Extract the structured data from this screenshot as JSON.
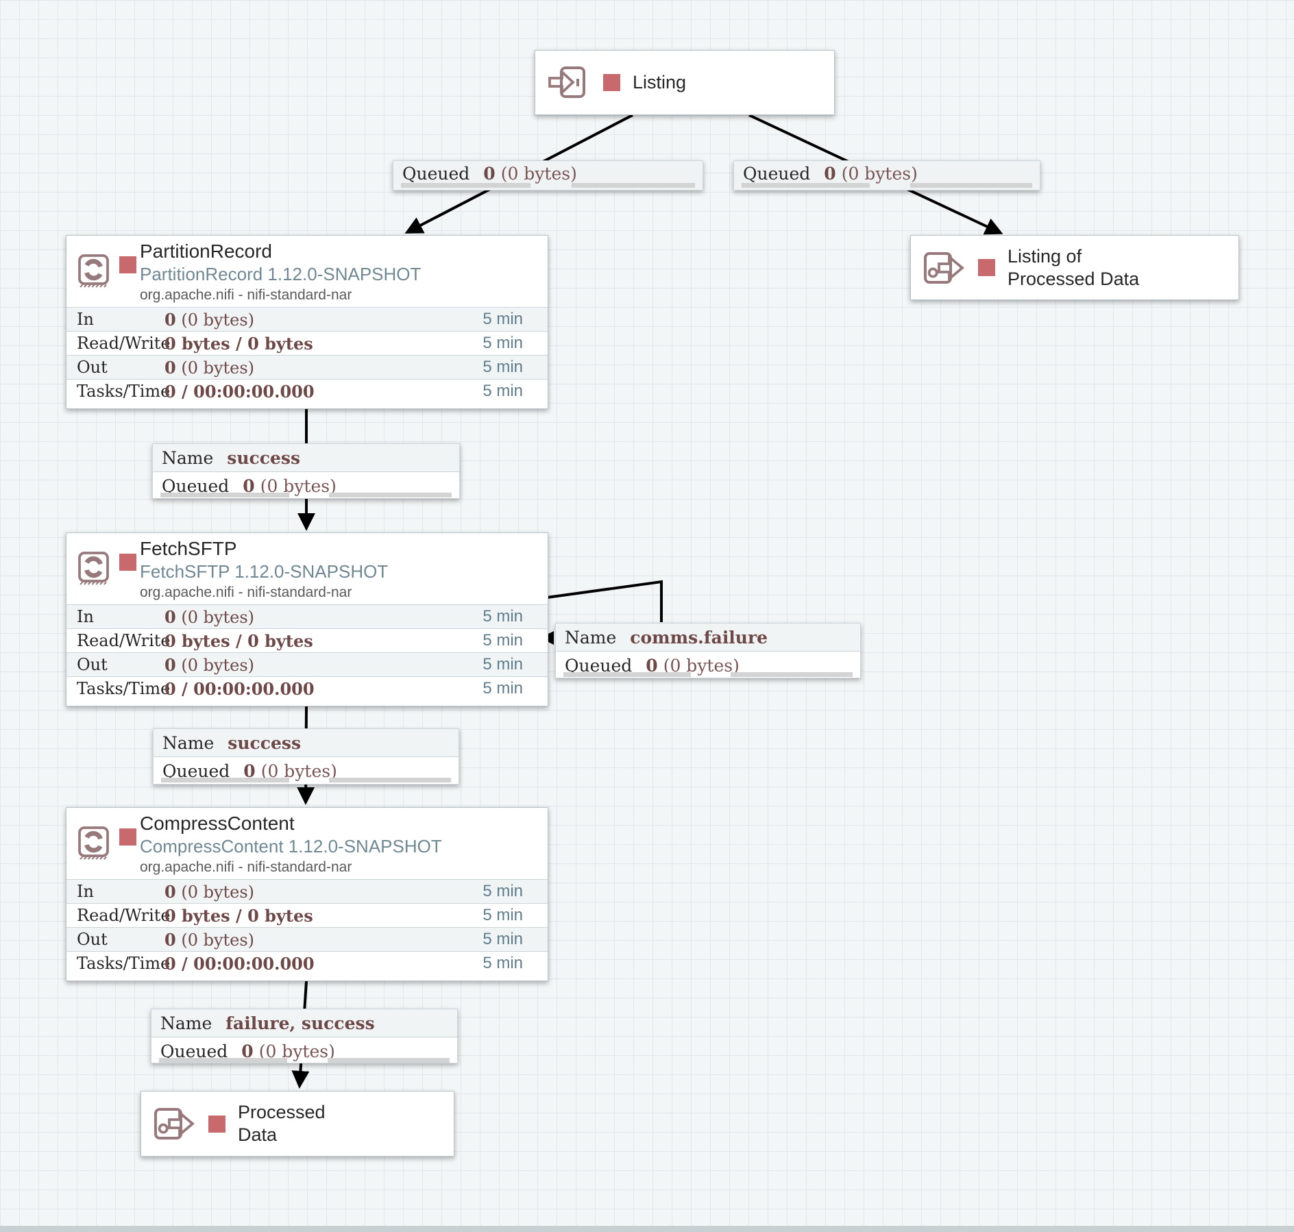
{
  "colors": {
    "stopped_red": "#c7696d",
    "icon_mauve": "#98797b",
    "stat_maroon": "#6d4847",
    "version_slate": "#6f8894",
    "window_slate": "#5e7d8c",
    "line_black": "#000000"
  },
  "ports": {
    "listing": {
      "title": "Listing"
    },
    "listing_of_processed_data": {
      "title": "Listing of\nProcessed Data"
    },
    "processed_data": {
      "title": "Processed\nData"
    }
  },
  "processors": [
    {
      "title": "PartitionRecord",
      "version": "PartitionRecord 1.12.0-SNAPSHOT",
      "bundle": "org.apache.nifi - nifi-standard-nar",
      "stats": [
        {
          "label": "In",
          "bold": "0",
          "rest": " (0 bytes)",
          "window": "5 min"
        },
        {
          "label": "Read/Write",
          "bold": "0 bytes / 0 bytes",
          "rest": "",
          "window": "5 min"
        },
        {
          "label": "Out",
          "bold": "0",
          "rest": " (0 bytes)",
          "window": "5 min"
        },
        {
          "label": "Tasks/Time",
          "bold": "0 / 00:00:00.000",
          "rest": "",
          "window": "5 min"
        }
      ]
    },
    {
      "title": "FetchSFTP",
      "version": "FetchSFTP 1.12.0-SNAPSHOT",
      "bundle": "org.apache.nifi - nifi-standard-nar",
      "stats": [
        {
          "label": "In",
          "bold": "0",
          "rest": " (0 bytes)",
          "window": "5 min"
        },
        {
          "label": "Read/Write",
          "bold": "0 bytes / 0 bytes",
          "rest": "",
          "window": "5 min"
        },
        {
          "label": "Out",
          "bold": "0",
          "rest": " (0 bytes)",
          "window": "5 min"
        },
        {
          "label": "Tasks/Time",
          "bold": "0 / 00:00:00.000",
          "rest": "",
          "window": "5 min"
        }
      ]
    },
    {
      "title": "CompressContent",
      "version": "CompressContent 1.12.0-SNAPSHOT",
      "bundle": "org.apache.nifi - nifi-standard-nar",
      "stats": [
        {
          "label": "In",
          "bold": "0",
          "rest": " (0 bytes)",
          "window": "5 min"
        },
        {
          "label": "Read/Write",
          "bold": "0 bytes / 0 bytes",
          "rest": "",
          "window": "5 min"
        },
        {
          "label": "Out",
          "bold": "0",
          "rest": " (0 bytes)",
          "window": "5 min"
        },
        {
          "label": "Tasks/Time",
          "bold": "0 / 00:00:00.000",
          "rest": "",
          "window": "5 min"
        }
      ]
    }
  ],
  "connections": {
    "listing_to_partition": {
      "queued_label": "Queued",
      "count": "0",
      "size": "(0 bytes)"
    },
    "listing_to_output": {
      "queued_label": "Queued",
      "count": "0",
      "size": "(0 bytes)"
    },
    "partition_to_fetch": {
      "name_label": "Name",
      "name_value": "success",
      "queued_label": "Queued",
      "count": "0",
      "size": "(0 bytes)"
    },
    "fetch_self_loop": {
      "name_label": "Name",
      "name_value": "comms.failure",
      "queued_label": "Queued",
      "count": "0",
      "size": "(0 bytes)"
    },
    "fetch_to_compress": {
      "name_label": "Name",
      "name_value": "success",
      "queued_label": "Queued",
      "count": "0",
      "size": "(0 bytes)"
    },
    "compress_to_output": {
      "name_label": "Name",
      "name_value": "failure, success",
      "queued_label": "Queued",
      "count": "0",
      "size": "(0 bytes)"
    }
  }
}
